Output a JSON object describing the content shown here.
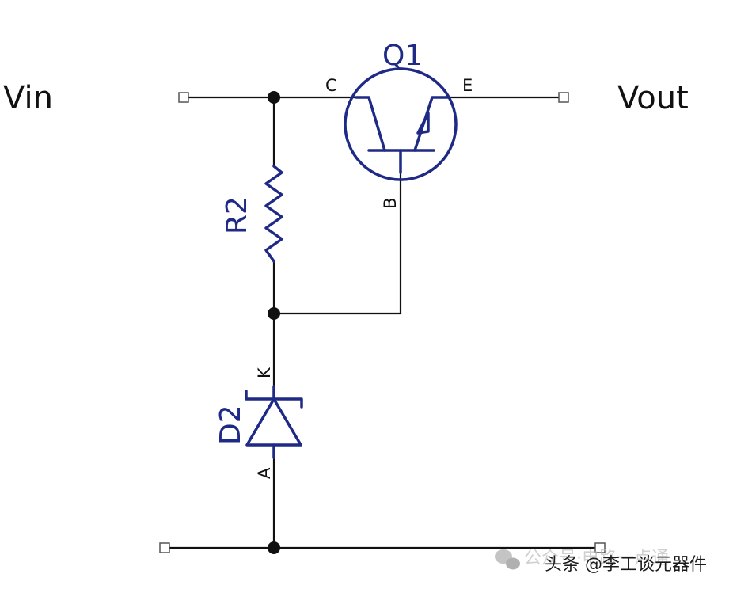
{
  "schematic": {
    "input_label": "Vin",
    "output_label": "Vout",
    "transistor": {
      "ref": "Q1",
      "collector_pin": "C",
      "emitter_pin": "E",
      "base_pin": "B"
    },
    "resistor": {
      "ref": "R2"
    },
    "zener": {
      "ref": "D2",
      "cathode_pin": "K",
      "anode_pin": "A"
    }
  },
  "watermark": {
    "faded_text": "公众号·电路一点通",
    "main_text": "头条 @李工谈元器件",
    "icon": "wechat-icon"
  },
  "colors": {
    "wire": "#111111",
    "component": "#1f2a86",
    "terminal_box": "#555555",
    "watermark_main": "#1a1a1a",
    "watermark_faded": "#b8b8b8"
  }
}
